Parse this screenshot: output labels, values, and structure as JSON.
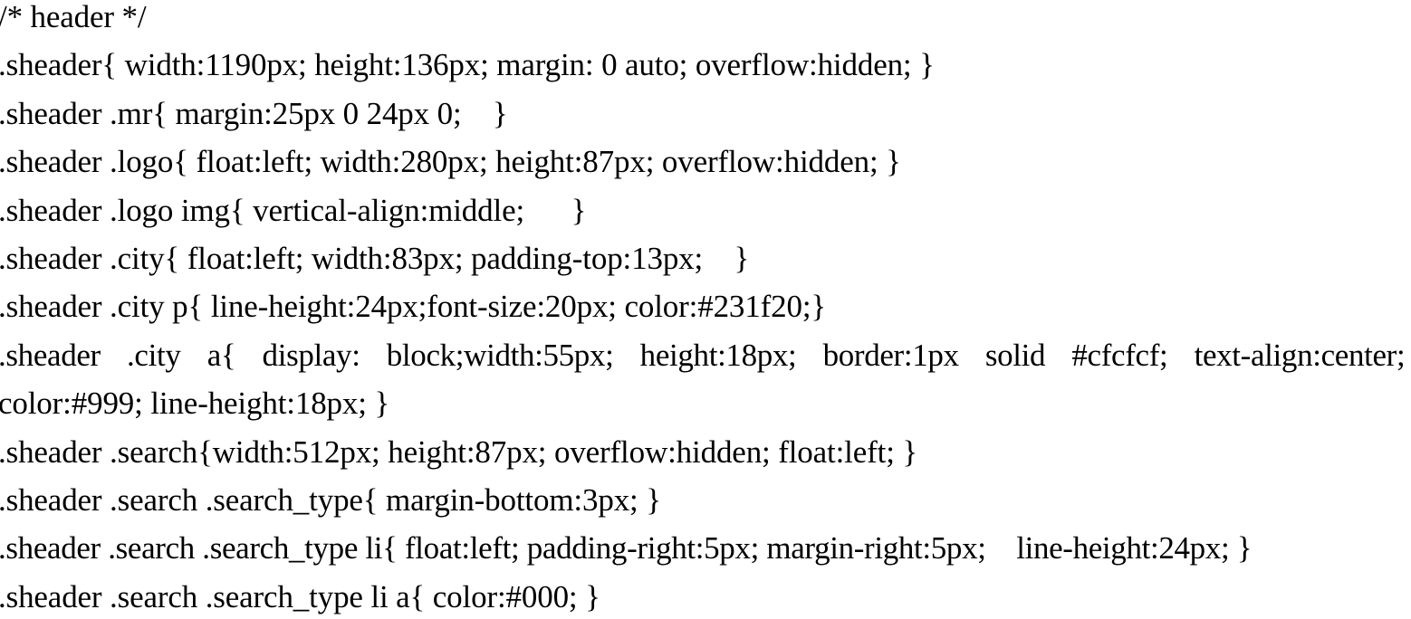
{
  "document": {
    "kind": "css-source-listing",
    "background_color": "#ffffff",
    "text_color": "#000000",
    "line_count": 13,
    "lines": [
      "/* header */",
      ".sheader{ width:1190px; height:136px; margin: 0 auto; overflow:hidden; }",
      ".sheader .mr{ margin:25px 0 24px 0;    }",
      ".sheader .logo{ float:left; width:280px; height:87px; overflow:hidden; }",
      ".sheader .logo img{ vertical-align:middle;      }",
      ".sheader .city{ float:left; width:83px; padding-top:13px;    }",
      ".sheader .city p{ line-height:24px;font-size:20px; color:#231f20;}",
      ".sheader  .city  a{  display:  block;width:55px;  height:18px;  border:1px  solid  #cfcfcf;  text-align:center;",
      "color:#999; line-height:18px; }",
      ".sheader .search{width:512px; height:87px; overflow:hidden; float:left; }",
      ".sheader .search .search_type{ margin-bottom:3px; }",
      ".sheader .search .search_type li{ float:left; padding-right:5px; margin-right:5px;    line-height:24px; }",
      ".sheader .search .search_type li a{ color:#000; }"
    ],
    "colors_mentioned": {
      "city_paragraph_color": "#231f20",
      "city_link_border_color": "#cfcfcf",
      "city_link_color": "#999",
      "search_type_link_color": "#000"
    },
    "selectors": [
      ".sheader",
      ".sheader .mr",
      ".sheader .logo",
      ".sheader .logo img",
      ".sheader .city",
      ".sheader .city p",
      ".sheader .city a",
      ".sheader .search",
      ".sheader .search .search_type",
      ".sheader .search .search_type li",
      ".sheader .search .search_type li a"
    ],
    "comment": "/* header */"
  }
}
